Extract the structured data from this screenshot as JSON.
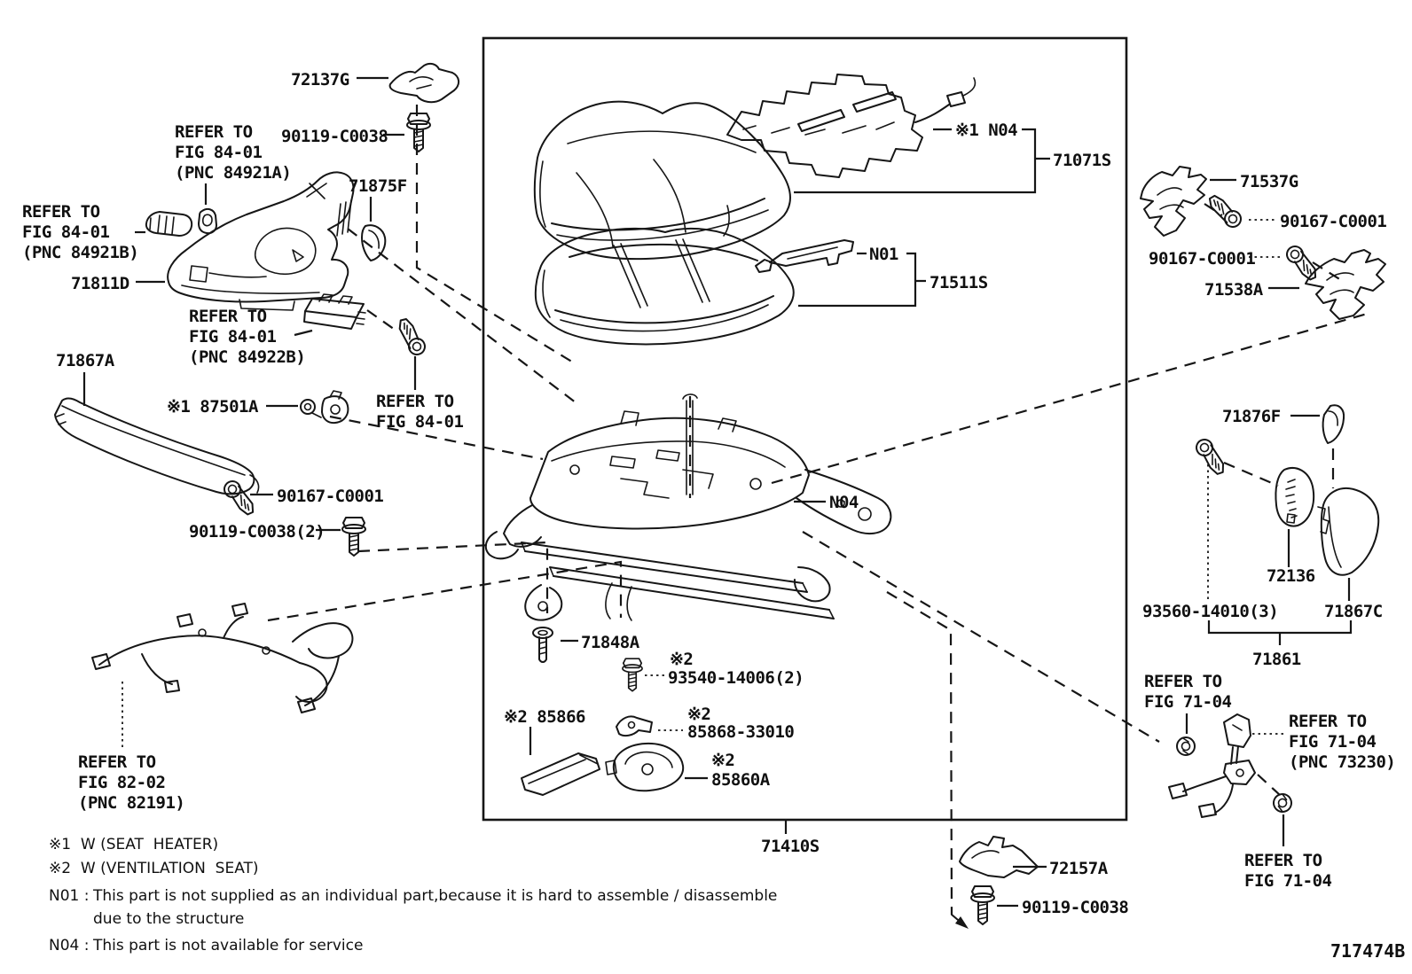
{
  "doc": {
    "type": "exploded-parts-diagram",
    "subject": "front seat cushion and seat track",
    "drawing_code": "717474B",
    "ink_color": "#161616",
    "background_color": "#ffffff"
  },
  "labels": {
    "p72137g": "72137G",
    "p90119c0038_top": "90119-C0038",
    "p71875f": "71875F",
    "p71811d": "71811D",
    "p71867a": "71867A",
    "p87501a": "※1 87501A",
    "p90167c0001_left": "90167-C0001",
    "p90119c0038_2": "90119-C0038(2)",
    "n04_pad": "※1 N04",
    "p71071s": "71071S",
    "n01": "N01",
    "p71511s": "71511S",
    "n04_frame": "N04",
    "p71848a": "71848A",
    "sym2_93540": "※2",
    "p93540": "93540-14006(2)",
    "p85866": "※2 85866",
    "sym2_85868": "※2",
    "p85868": "85868-33010",
    "sym2_85860": "※2",
    "p85860a": "85860A",
    "p71410s": "71410S",
    "p71537g": "71537G",
    "p90167c0001_r1": "90167-C0001",
    "p90167c0001_r2": "90167-C0001",
    "p71538a": "71538A",
    "p71876f": "71876F",
    "p72136": "72136",
    "p93560": "93560-14010(3)",
    "p71867c": "71867C",
    "p71861": "71861",
    "p72157a": "72157A",
    "p90119c0038_br": "90119-C0038"
  },
  "refer_blocks": {
    "fig8401_a": {
      "l1": "REFER TO",
      "l2": "FIG 84-01",
      "l3": "(PNC 84921A)"
    },
    "fig8401_b": {
      "l1": "REFER TO",
      "l2": "FIG 84-01",
      "l3": "(PNC 84921B)"
    },
    "fig8401_c": {
      "l1": "REFER TO",
      "l2": "FIG 84-01",
      "l3": "(PNC 84922B)"
    },
    "fig8401_d": {
      "l1": "REFER TO",
      "l2": "FIG 84-01"
    },
    "fig8202": {
      "l1": "REFER TO",
      "l2": "FIG 82-02",
      "l3": "(PNC 82191)"
    },
    "fig7104_a": {
      "l1": "REFER TO",
      "l2": "FIG 71-04"
    },
    "fig7104_b": {
      "l1": "REFER TO",
      "l2": "FIG 71-04",
      "l3": "(PNC 73230)"
    },
    "fig7104_c": {
      "l1": "REFER TO",
      "l2": "FIG 71-04"
    }
  },
  "legend": {
    "note1": "※1  W (SEAT  HEATER)",
    "note2": "※2  W (VENTILATION  SEAT)",
    "n01_code": "N01 :",
    "n01_text": "This part is not supplied as an individual part,because it is hard to assemble / disassemble",
    "n01_cont": "due to the structure",
    "n04_code": "N04 :",
    "n04_text": "This part is not available for service"
  }
}
